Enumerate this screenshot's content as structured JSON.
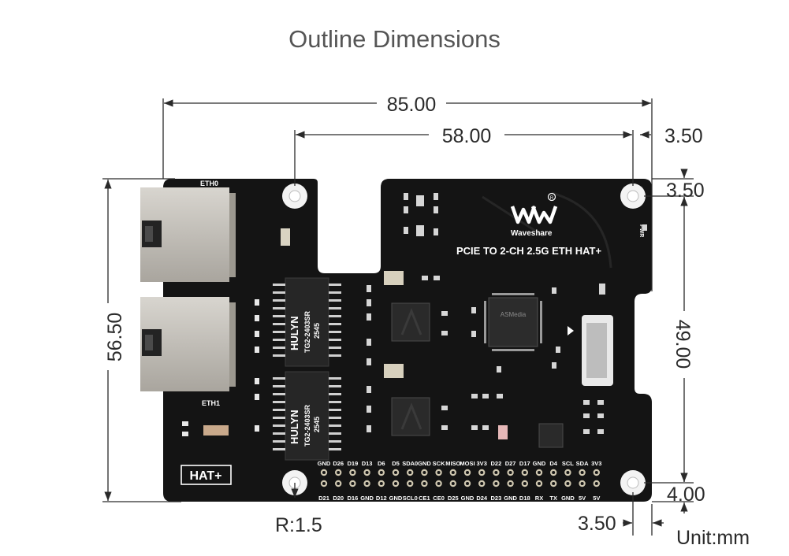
{
  "title": "Outline Dimensions",
  "dimensions": {
    "board_width": "85.00",
    "hole_spacing_x": "58.00",
    "hole_offset_x": "3.50",
    "hole_offset_y_top": "3.50",
    "board_height": "56.50",
    "hole_spacing_y": "49.00",
    "hole_offset_y_bottom": "4.00",
    "hole_offset_x_bottom": "3.50",
    "hole_radius": "R:1.5",
    "unit": "Unit:mm"
  },
  "board": {
    "product_name": "PCIE TO 2-CH 2.5G ETH HAT+",
    "brand": "Waveshare",
    "hat_label": "HAT+",
    "eth0_label": "ETH0",
    "eth1_label": "ETH1",
    "pwr_label": "PWR",
    "transformer_brand": "HULYN",
    "transformer_model": "TG2-2403SR",
    "transformer_code": "2545",
    "chip_label": "ASMedia",
    "header_top_pins": [
      "GND",
      "D26",
      "D19",
      "D13",
      "D6",
      "D5",
      "SDA0",
      "GND",
      "SCK",
      "MISO",
      "MOSI",
      "3V3",
      "D22",
      "D27",
      "D17",
      "GND",
      "D4",
      "SCL",
      "SDA",
      "3V3"
    ],
    "header_bottom_pins": [
      "D21",
      "D20",
      "D16",
      "GND",
      "D12",
      "GND",
      "SCL0",
      "CE1",
      "CE0",
      "D25",
      "GND",
      "D24",
      "D23",
      "GND",
      "D18",
      "RX",
      "TX",
      "GND",
      "5V",
      "5V"
    ]
  },
  "colors": {
    "board": "#141414",
    "dimension_lines": "#2a2a2a",
    "title": "#555555",
    "silkscreen": "#ffffff",
    "rj45_metal": "#c9c6c0"
  }
}
